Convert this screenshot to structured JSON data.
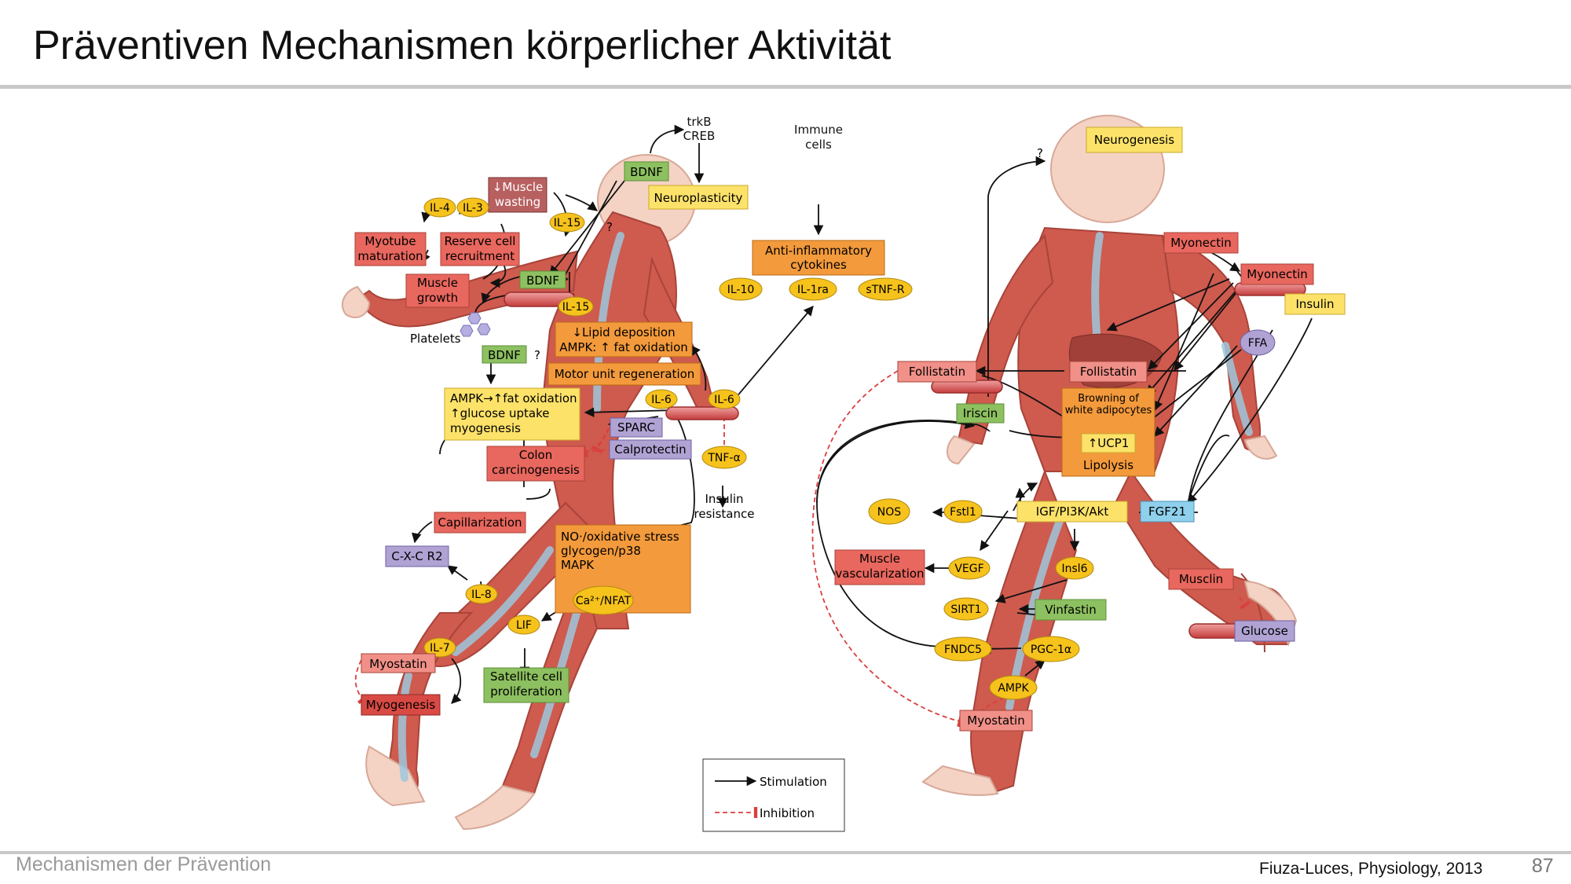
{
  "slide": {
    "title": "Präventiven Mechanismen körperlicher Aktivität",
    "footer_left": "Mechanismen der Prävention",
    "citation": "Fiuza-Luces, Physiology, 2013",
    "page_number": "87"
  },
  "colors": {
    "red_box": "#e8675e",
    "orange_box": "#f39a3c",
    "yellow_box": "#fde26a",
    "green_box": "#8dc060",
    "purple_box": "#b0a3d4",
    "blue_box": "#8fd0ec",
    "oval": "#f6c21c",
    "stimulation": "#111111",
    "inhibition": "#d94040",
    "body_muscle": "#cf5a4e",
    "body_skin": "#f4d3c4"
  },
  "diagram": {
    "left": {
      "trkb_creb": [
        "trkB",
        "CREB"
      ],
      "immune_cells": [
        "Immune",
        "cells"
      ],
      "bdnf": "BDNF",
      "neuroplasticity": "Neuroplasticity",
      "question": "?",
      "muscle_wasting": [
        "↓Muscle",
        "wasting"
      ],
      "il4": "IL-4",
      "il3": "IL-3",
      "il15": "IL-15",
      "myotube_maturation": [
        "Myotube",
        "maturation"
      ],
      "reserve_cell": [
        "Reserve cell",
        "recruitment"
      ],
      "muscle_growth": [
        "Muscle",
        "growth"
      ],
      "platelets": "Platelets",
      "anti_inflammatory": [
        "Anti-inflammatory",
        "cytokines"
      ],
      "il10": "IL-10",
      "il1ra": "IL-1ra",
      "stnfr": "sTNF-R",
      "lipid": [
        "↓Lipid deposition",
        "AMPK: ↑ fat oxidation"
      ],
      "motor_unit": "Motor unit regeneration",
      "ampk_fat": [
        "AMPK→↑fat oxidation",
        "↑glucose uptake",
        "myogenesis"
      ],
      "sparc": "SPARC",
      "calprotectin": "Calprotectin",
      "il6": "IL-6",
      "tnf": "TNF-α",
      "insulin_resistance": [
        "Insulin",
        "resistance"
      ],
      "colon": [
        "Colon",
        "carcinogenesis"
      ],
      "capillarization": "Capillarization",
      "cxcr2": "C-X-C R2",
      "il8": "IL-8",
      "no_stress": [
        "NO·/oxidative stress",
        "glycogen/p38",
        "MAPK"
      ],
      "ca_nfat": "Ca²⁺/NFAT",
      "lif": "LIF",
      "il7": "IL-7",
      "myostatin": "Myostatin",
      "myogenesis": "Myogenesis",
      "satellite": [
        "Satellite cell",
        "proliferation"
      ]
    },
    "right": {
      "neurogenesis": "Neurogenesis",
      "question": "?",
      "myonectin": "Myonectin",
      "insulin": "Insulin",
      "ffa": "FFA",
      "follistatin": "Follistatin",
      "irisin": "Iriscin",
      "browning": [
        "Browning of",
        "white adipocytes"
      ],
      "ucp1": "↑UCP1",
      "lipolysis": "Lipolysis",
      "nos": "NOS",
      "fstl1": "Fstl1",
      "igf": "IGF/PI3K/Akt",
      "fgf21": "FGF21",
      "muscle_vasc": [
        "Muscle",
        "vascularization"
      ],
      "vegf": "VEGF",
      "insl6": "Insl6",
      "musclin": "Musclin",
      "sirt1": "SIRT1",
      "vinfastin": "Vinfastin",
      "glucose": "Glucose",
      "fndc5": "FNDC5",
      "pgc1a": "PGC-1α",
      "ampk": "AMPK",
      "myostatin": "Myostatin"
    },
    "legend": {
      "stimulation": "Stimulation",
      "inhibition": "Inhibition"
    }
  }
}
